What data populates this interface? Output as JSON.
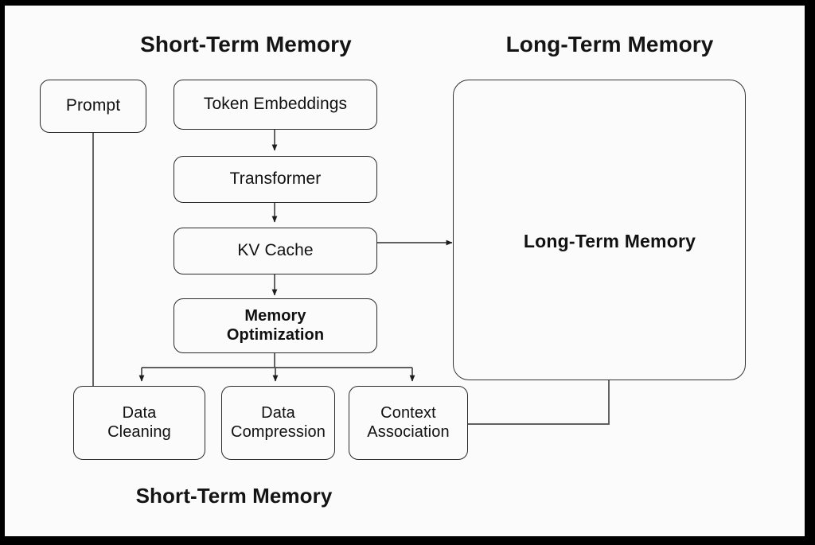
{
  "figure": {
    "background": "#fbfbfb",
    "frame_color": "#000000",
    "stroke_color": "#2a2a2a"
  },
  "titles": {
    "short_term_top": "Short-Term Memory",
    "long_term_top": "Long-Term Memory",
    "short_term_bottom": "Short-Term Memory"
  },
  "nodes": {
    "prompt": "Prompt",
    "token_embeddings": "Token Embeddings",
    "transformer": "Transformer",
    "kv_cache": "KV Cache",
    "memory_optimization": "Memory\nOptimization",
    "memory_optimization_line1": "Memory",
    "memory_optimization_line2": "Optimization",
    "data_cleaning_line1": "Data",
    "data_cleaning_line2": "Cleaning",
    "data_compression_line1": "Data",
    "data_compression_line2": "Compression",
    "context_association_line1": "Context",
    "context_association_line2": "Association",
    "long_term_memory_box": "Long-Term Memory"
  },
  "edges": [
    {
      "from": "token_embeddings",
      "to": "transformer",
      "arrow": true
    },
    {
      "from": "transformer",
      "to": "kv_cache",
      "arrow": true
    },
    {
      "from": "kv_cache",
      "to": "memory_optimization",
      "arrow": true
    },
    {
      "from": "kv_cache",
      "to": "long_term_memory_box",
      "arrow": true
    },
    {
      "from": "memory_optimization",
      "to": "data_cleaning",
      "arrow": true
    },
    {
      "from": "memory_optimization",
      "to": "data_compression",
      "arrow": true
    },
    {
      "from": "memory_optimization",
      "to": "context_association",
      "arrow": true
    },
    {
      "from": "prompt",
      "to": "data_cleaning",
      "arrow": false
    },
    {
      "from": "long_term_memory_box",
      "to": "context_association",
      "arrow": false
    }
  ]
}
